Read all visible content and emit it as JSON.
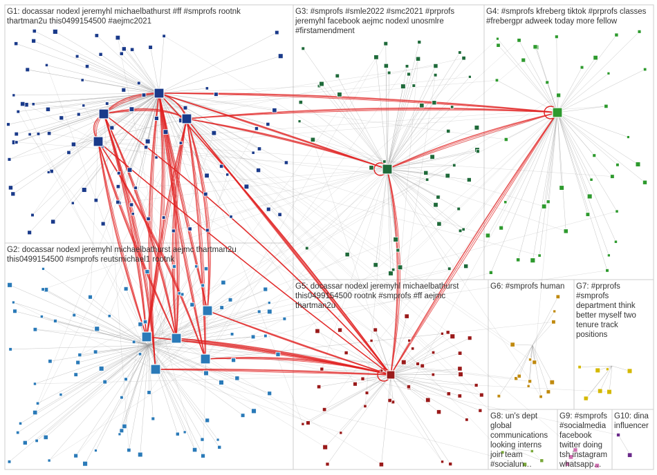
{
  "colors": {
    "edge": "#9a9a9a",
    "edge_strong": "#e02020",
    "panel_border": "#cccccc",
    "g1_node": "#1a3a8a",
    "g2_node": "#2a7ab8",
    "g3_node": "#1f6a3a",
    "g4_node": "#2e9a2e",
    "g5_node": "#9a1a1a",
    "g6_node": "#c08a10",
    "g7_node": "#d4b800",
    "g8_node": "#7aa83a",
    "g9_node": "#d070b0",
    "g10_node": "#6a2a8a"
  },
  "groups": [
    {
      "id": "G1",
      "label": "G1: docassar nodexl jeremyhl michaelbathurst #ff #smprofs rootnk thartman2u this0499154500 #aejmc2021",
      "color_key": "g1_node"
    },
    {
      "id": "G2",
      "label": "G2: docassar nodexl jeremyhl michaelbathurst aejmc thartman2u this0499154500 #smprofs reutsmichael1 rootnk",
      "color_key": "g2_node"
    },
    {
      "id": "G3",
      "label": "G3: #smprofs #smle2022 #smc2021 #prprofs jeremyhl facebook aejmc nodexl unosmlre #firstamendment",
      "color_key": "g3_node"
    },
    {
      "id": "G4",
      "label": "G4: #smprofs kfreberg tiktok #prprofs classes #frebergpr adweek today more fellow",
      "color_key": "g4_node"
    },
    {
      "id": "G5",
      "label": "G5: docassar nodexl jeremyhl michaelbathurst this0499154500 rootnk #smprofs #ff aejmc thartman2u",
      "color_key": "g5_node"
    },
    {
      "id": "G6",
      "label": "G6: #smprofs human",
      "color_key": "g6_node"
    },
    {
      "id": "G7",
      "label": "G7: #prprofs #smprofs department think better myself two tenure track positions",
      "color_key": "g7_node"
    },
    {
      "id": "G8",
      "label": "G8: un's dept global communications looking interns join team #socialun…",
      "color_key": "g8_node"
    },
    {
      "id": "G9",
      "label": "G9: #smprofs #socialmedia facebook twitter doing tsh instagram whatsapp…",
      "color_key": "g9_node"
    },
    {
      "id": "G10",
      "label": "G10: dina influencer",
      "color_key": "g10_node"
    }
  ],
  "panel_text": {
    "G1": [
      "G1: docassar nodexl jeremyhl michaelbathurst #ff #smprofs rootnk",
      "thartman2u this0499154500 #aejmc2021"
    ],
    "G2": [
      "G2: docassar nodexl jeremyhl michaelbathurst aejmc thartman2u",
      "this0499154500 #smprofs reutsmichael1 rootnk"
    ],
    "G3": [
      "G3: #smprofs #smle2022 #smc2021 #prprofs",
      "jeremyhl facebook aejmc nodexl unosmlre",
      "#firstamendment"
    ],
    "G4": [
      "G4: #smprofs kfreberg tiktok #prprofs classes",
      "#frebergpr adweek today more fellow"
    ],
    "G5": [
      "G5: docassar nodexl jeremyhl michaelbathurst",
      "this0499154500 rootnk #smprofs #ff aejmc",
      "thartman2u"
    ],
    "G6": [
      "G6: #smprofs human"
    ],
    "G7": [
      "G7: #prprofs",
      "#smprofs",
      "department think",
      "better myself two",
      "tenure track",
      "positions"
    ],
    "G8": [
      "G8: un's dept",
      "global",
      "communications",
      "looking interns",
      "join team",
      "#socialun…"
    ],
    "G9": [
      "G9: #smprofs",
      "#socialmedia",
      "facebook",
      "twitter doing",
      "tsh instagram",
      "whatsapp…"
    ],
    "G10": [
      "G10: dina",
      "influencer"
    ]
  }
}
